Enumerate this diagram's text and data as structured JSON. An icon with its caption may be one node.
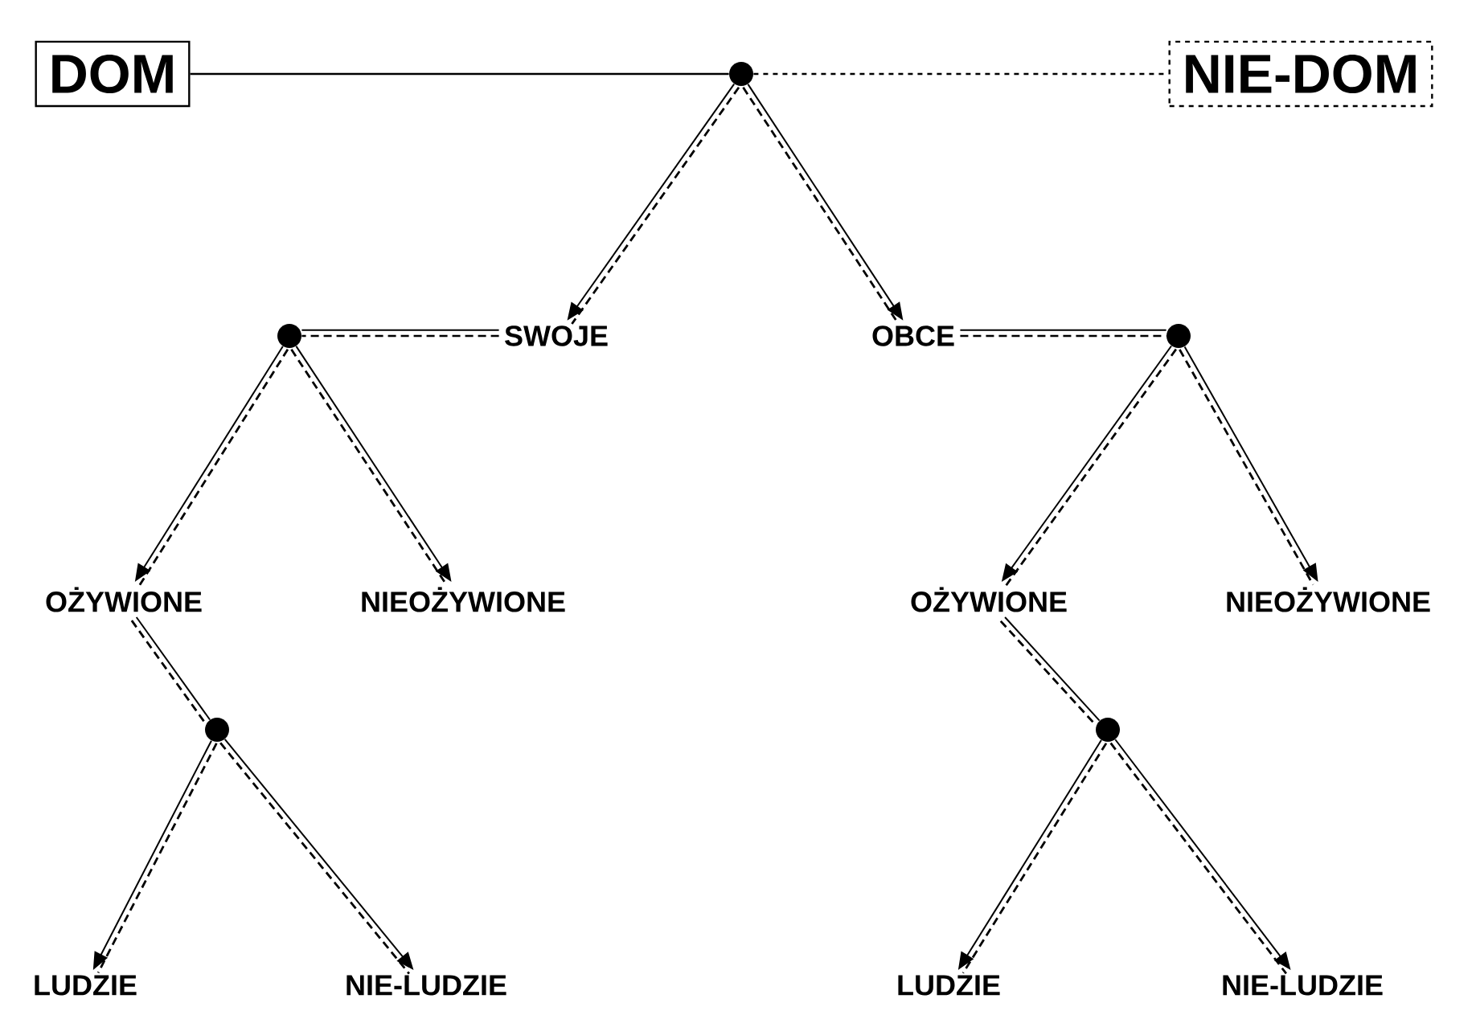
{
  "diagram": {
    "nodes": [
      {
        "text": [
          "DOM"
        ]
      },
      {
        "text": [],
        "shape": "circle"
      },
      {
        "text": [
          "NIE-DOM"
        ]
      },
      {
        "text": [],
        "shape": "circle"
      },
      {
        "text": [
          "SWOJE"
        ]
      },
      {
        "text": [
          "OBCE"
        ]
      },
      {
        "text": [],
        "shape": "circle"
      },
      {
        "text": [
          "OŻYWIONE"
        ]
      },
      {
        "text": [
          "NIEOŻYWIONE"
        ]
      },
      {
        "text": [
          "OŻYWIONE"
        ]
      },
      {
        "text": [
          "NIEOŻYWIONE"
        ]
      },
      {
        "text": [],
        "shape": "circle"
      },
      {
        "text": [],
        "shape": "circle"
      },
      {
        "text": [
          "LUDZIE"
        ]
      },
      {
        "text": [
          "NIE-LUDZIE"
        ]
      },
      {
        "text": [
          "LUDZIE"
        ]
      },
      {
        "text": [
          "NIE-LUDZIE"
        ]
      }
    ],
    "edges": [
      {
        "from": 0,
        "to": 1,
        "arrow": "none"
      },
      {
        "from": 1,
        "to": 2,
        "arrow": "none",
        "style": "dashed"
      },
      {
        "from": 1,
        "to": 4,
        "arrow": "to",
        "style": "dashed"
      },
      {
        "from": 1,
        "to": 5,
        "arrow": "to",
        "style": "dashed"
      },
      {
        "from": 4,
        "to": 3,
        "arrow": "none",
        "style": "dashed"
      },
      {
        "from": 5,
        "to": 6,
        "arrow": "none",
        "style": "dashed"
      },
      {
        "from": 3,
        "to": 7,
        "arrow": "to",
        "style": "dashed"
      },
      {
        "from": 3,
        "to": 8,
        "arrow": "to",
        "style": "dashed"
      },
      {
        "from": 6,
        "to": 9,
        "arrow": "to",
        "style": "dashed"
      },
      {
        "from": 6,
        "to": 10,
        "arrow": "to",
        "style": "dashed"
      },
      {
        "from": 7,
        "to": 11,
        "arrow": "none",
        "style": "dashed"
      },
      {
        "from": 9,
        "to": 12,
        "arrow": "none",
        "style": "dashed"
      },
      {
        "from": 11,
        "to": 13,
        "arrow": "to",
        "style": "dashed"
      },
      {
        "from": 11,
        "to": 14,
        "arrow": "to",
        "style": "dashed"
      },
      {
        "from": 12,
        "to": 15,
        "arrow": "to",
        "style": "dashed"
      },
      {
        "from": 12,
        "to": 16,
        "arrow": "to",
        "style": "dashed"
      }
    ]
  }
}
